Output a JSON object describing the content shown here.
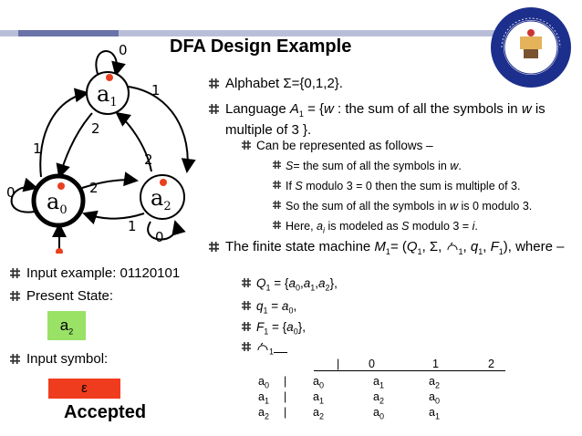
{
  "title": "DFA Design Example",
  "diagram": {
    "states": [
      "a0",
      "a1",
      "a2"
    ],
    "edge_labels": {
      "a1_loop": "0",
      "a1_to_a2": "1",
      "a1_to_a0": "2",
      "a0_to_a1": "1",
      "a0_loop": "0",
      "a0_to_a2": "2",
      "a2_to_a1": "2",
      "a2_to_a0": "1",
      "a2_loop": "0"
    }
  },
  "left": {
    "input_example": "Input example: 01120101",
    "present_state_label": "Present State:",
    "present_state_value": "a2",
    "input_symbol_label": "Input symbol:",
    "input_symbol_value": "ε",
    "result": "Accepted"
  },
  "table": {
    "header": [
      "|",
      "0",
      "1",
      "2"
    ],
    "rows": [
      [
        "a0",
        "|",
        "a0",
        "a1",
        "a2"
      ],
      [
        "a1",
        "|",
        "a1",
        "a2",
        "a0"
      ],
      [
        "a2",
        "|",
        "a2",
        "a0",
        "a1"
      ]
    ]
  },
  "colors": {
    "state_dot": "#e8401f",
    "green_box": "#99e266",
    "red_box": "#f03c1e",
    "bullet": "#333333"
  }
}
